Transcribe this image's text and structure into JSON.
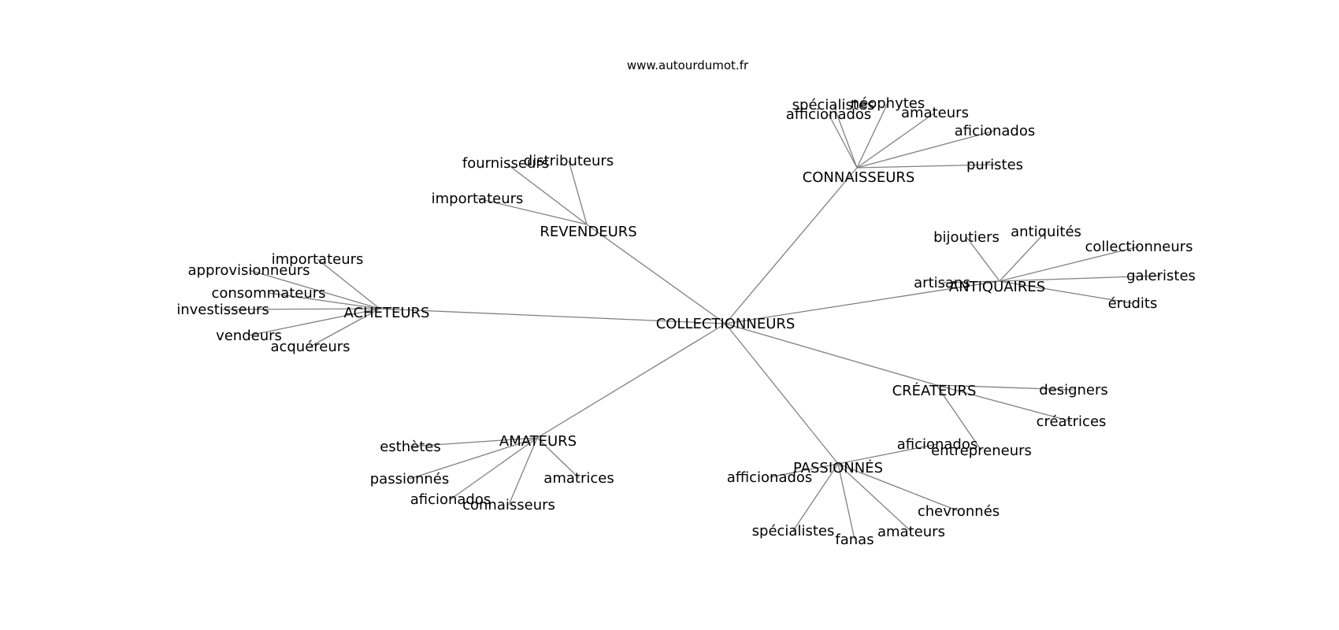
{
  "source": "www.autourdumot.fr",
  "center": "COLLECTIONNEURS",
  "clusters": [
    {
      "label": "CONNAISSEURS",
      "leaves": [
        "afficionados",
        "spécialistes",
        "néophytes",
        "amateurs",
        "aficionados",
        "puristes"
      ]
    },
    {
      "label": "REVENDEURS",
      "leaves": [
        "fournisseurs",
        "distributeurs",
        "importateurs"
      ]
    },
    {
      "label": "ACHETEURS",
      "leaves": [
        "importateurs",
        "approvisionneurs",
        "consommateurs",
        "investisseurs",
        "vendeurs",
        "acquéreurs"
      ]
    },
    {
      "label": "ANTIQUAIRES",
      "leaves": [
        "bijoutiers",
        "antiquités",
        "collectionneurs",
        "galeristes",
        "érudits",
        "artisans"
      ]
    },
    {
      "label": "CRÉATEURS",
      "leaves": [
        "designers",
        "créatrices",
        "entrepreneurs"
      ]
    },
    {
      "label": "AMATEURS",
      "leaves": [
        "esthètes",
        "passionnés",
        "aficionados",
        "connaisseurs",
        "amatrices"
      ]
    },
    {
      "label": "PASSIONNÉS",
      "leaves": [
        "aficionados",
        "afficionados",
        "spécialistes",
        "fanas",
        "amateurs",
        "chevronnés"
      ]
    }
  ]
}
